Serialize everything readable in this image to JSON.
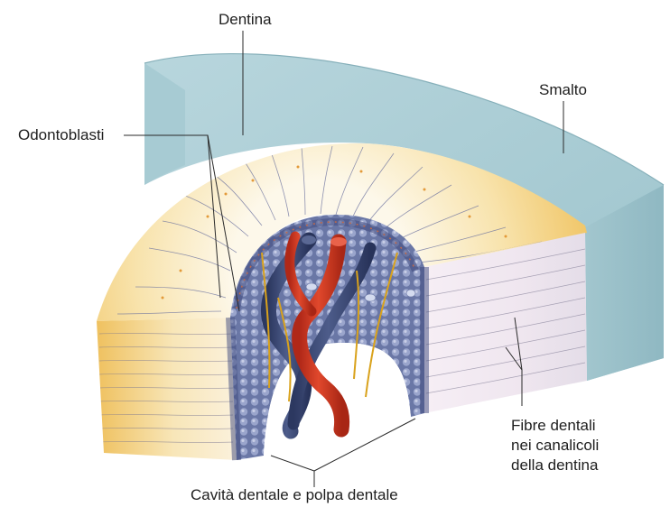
{
  "labels": {
    "dentina": "Dentina",
    "smalto": "Smalto",
    "odontoblasti": "Odontoblasti",
    "fibre_line1": "Fibre dentali",
    "fibre_line2": "nei canalicoli",
    "fibre_line3": "della dentina",
    "cavita": "Cavità dentale e polpa dentale"
  },
  "colors": {
    "enamel": "#a9ccd4",
    "dentin_yellow": "#f2c45e",
    "dentin_light": "#fbf3dc",
    "odontoblast_layer": "#566494",
    "artery": "#d23a24",
    "vein": "#3d4b74",
    "nerve": "#d9a21c"
  }
}
